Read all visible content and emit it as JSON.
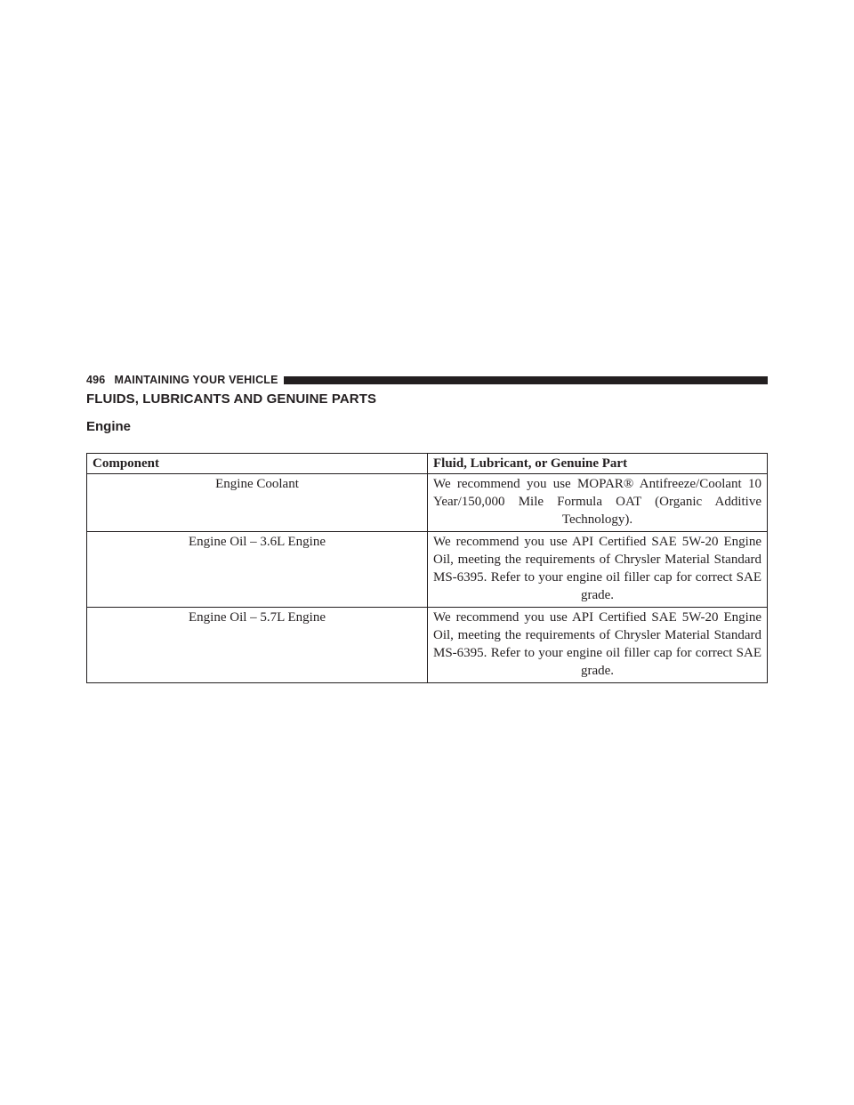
{
  "header": {
    "page_number": "496",
    "running_title": "MAINTAINING YOUR VEHICLE"
  },
  "section": {
    "title": "FLUIDS, LUBRICANTS AND GENUINE PARTS",
    "subtitle": "Engine"
  },
  "table": {
    "columns": [
      "Component",
      "Fluid, Lubricant, or Genuine Part"
    ],
    "rows": [
      {
        "component": "Engine Coolant",
        "fluid": "We recommend you use MOPAR® Antifreeze/Coolant 10 Year/150,000 Mile Formula OAT (Organic Additive Technology)."
      },
      {
        "component": "Engine Oil – 3.6L Engine",
        "fluid": "We recommend you use API Certified SAE 5W-20 Engine Oil, meeting the requirements of Chrysler Material Standard MS-6395. Refer to your engine oil filler cap for correct SAE grade."
      },
      {
        "component": "Engine Oil – 5.7L Engine",
        "fluid": "We recommend you use API Certified SAE 5W-20 Engine Oil, meeting the requirements of Chrysler Material Standard MS-6395. Refer to your engine oil filler cap for correct SAE grade."
      }
    ]
  }
}
